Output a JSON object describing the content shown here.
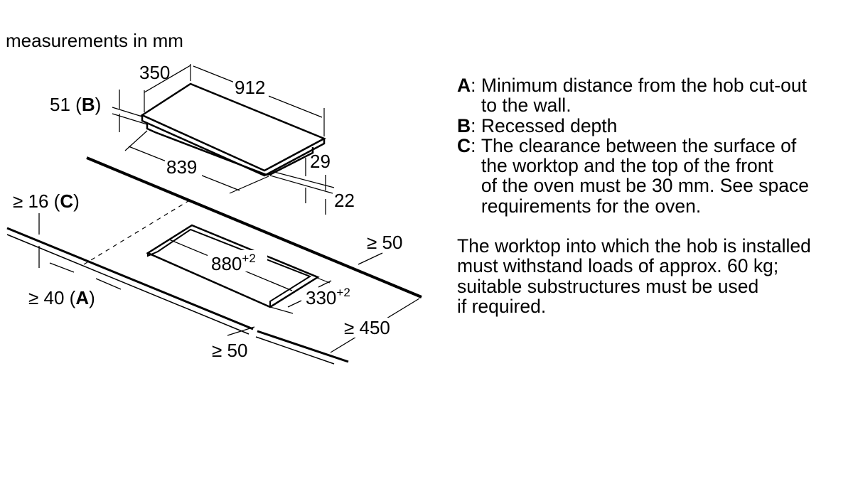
{
  "caption": "measurements in mm",
  "hob": {
    "depth": "350",
    "width": "912",
    "recessed_depth": "51",
    "recessed_depth_key": "B",
    "bottom_width": "839",
    "bottom_depth_offset": "29",
    "glass_thickness": "22"
  },
  "cutout": {
    "width": "880",
    "width_tolerance": "+2",
    "depth": "330",
    "depth_tolerance": "+2",
    "clearance_c_prefix": "≥ 16",
    "clearance_c_key": "C",
    "clearance_a_prefix": "≥ 40",
    "clearance_a_key": "A",
    "min_back": "≥ 50",
    "min_side": "≥ 50",
    "min_worktop": "≥ 450"
  },
  "legend": [
    {
      "key": "A",
      "text": "Minimum distance from the hob cut-out\nto the wall."
    },
    {
      "key": "B",
      "text": "Recessed depth"
    },
    {
      "key": "C",
      "text": "The clearance between the surface of\nthe worktop and the top of the front\nof the oven must be 30 mm. See space\nrequirements for the oven."
    }
  ],
  "note": "The worktop into which the hob is installed\nmust withstand loads of approx. 60 kg;\nsuitable substructures must be used\nif required."
}
